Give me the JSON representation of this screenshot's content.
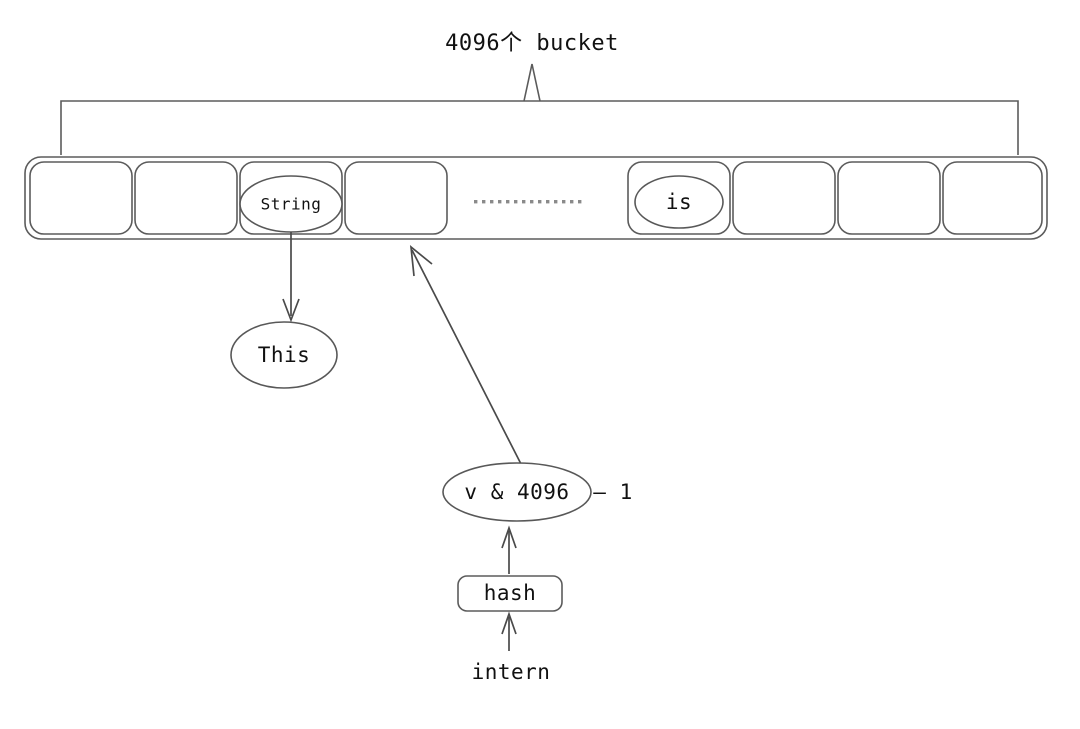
{
  "diagram": {
    "title": "4096个 bucket",
    "type": "hash-bucket-diagram",
    "colors": {
      "stroke": "#5b5b5b",
      "text": "#111111",
      "background": "#ffffff",
      "dots": "#8a8a8a"
    },
    "bucket_row": {
      "ellipsis": "··············",
      "buckets": [
        {
          "index": 0,
          "content": ""
        },
        {
          "index": 1,
          "content": ""
        },
        {
          "index": 2,
          "content": "String"
        },
        {
          "index": 3,
          "content": ""
        },
        {
          "index": 4,
          "content": "is"
        },
        {
          "index": 5,
          "content": ""
        },
        {
          "index": 6,
          "content": ""
        },
        {
          "index": 7,
          "content": ""
        }
      ]
    },
    "nodes": {
      "this_value": "This",
      "index_expression": "v & 4096",
      "index_expression_suffix": "– 1",
      "hash_box": "hash",
      "intern_label": "intern"
    }
  }
}
